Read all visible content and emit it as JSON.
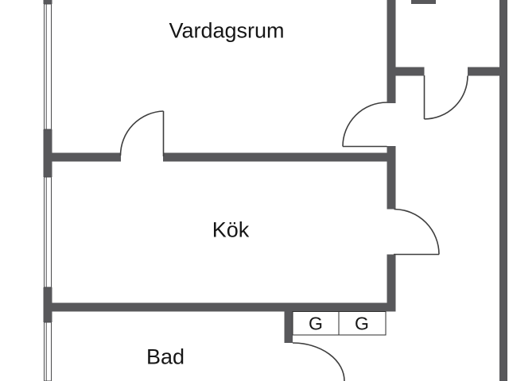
{
  "floorplan": {
    "labels": {
      "living_room": "Vardagsrum",
      "kitchen": "Kök",
      "bathroom": "Bad",
      "closet_left": "G",
      "closet_right": "G"
    },
    "colors": {
      "wall": "#58585b",
      "door_line": "#3e3e3e",
      "window_line": "#4a4a4c",
      "closet_line": "#2e2e2e",
      "background": "#ffffff"
    }
  }
}
